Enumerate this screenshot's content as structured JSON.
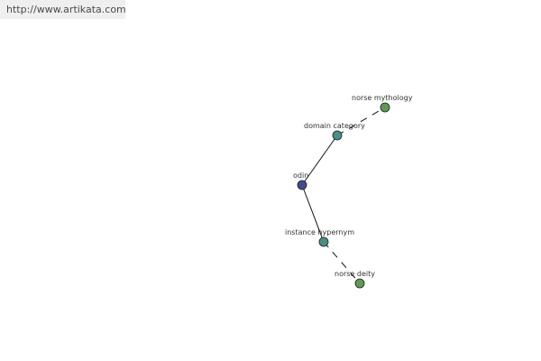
{
  "source": {
    "url": "http://www.artikata.com"
  },
  "colors": {
    "center_node": "#3f4f8c",
    "relation_node": "#4a8e88",
    "leaf_node": "#5f9a55",
    "node_stroke": "#1f1f1f",
    "edge": "#111111"
  },
  "graph": {
    "nodes": [
      {
        "id": "odin",
        "label": "odin",
        "kind": "center"
      },
      {
        "id": "domain-category",
        "label": "domain category",
        "kind": "relation"
      },
      {
        "id": "norse-mythology",
        "label": "norse mythology",
        "kind": "leaf"
      },
      {
        "id": "instance-hypernym",
        "label": "instance hypernym",
        "kind": "relation"
      },
      {
        "id": "norse-deity",
        "label": "norse deity",
        "kind": "leaf"
      }
    ],
    "edges": [
      {
        "from": "odin",
        "to": "domain-category",
        "style": "solid"
      },
      {
        "from": "domain-category",
        "to": "norse-mythology",
        "style": "dashed"
      },
      {
        "from": "odin",
        "to": "instance-hypernym",
        "style": "solid"
      },
      {
        "from": "instance-hypernym",
        "to": "norse-deity",
        "style": "dashed"
      }
    ]
  }
}
